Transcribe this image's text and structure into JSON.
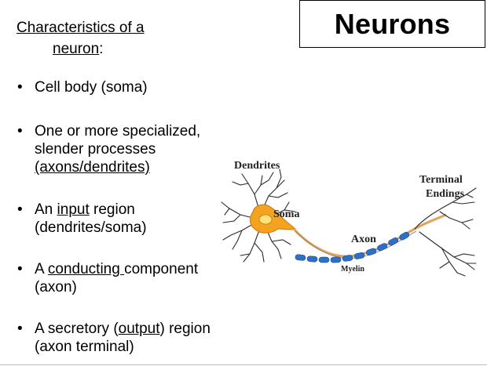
{
  "title": "Neurons",
  "heading": {
    "line1": "Characteristics of a",
    "line2_underlined": "neuron",
    "line2_rest": ":"
  },
  "bullets": [
    {
      "lines": [
        {
          "parts": [
            {
              "text": "Cell body (soma)",
              "u": false
            }
          ]
        }
      ]
    },
    {
      "lines": [
        {
          "parts": [
            {
              "text": "One or more specialized,",
              "u": false
            }
          ]
        },
        {
          "parts": [
            {
              "text": "slender processes",
              "u": false
            }
          ]
        },
        {
          "parts": [
            {
              "text": "(axons/dendrites)",
              "u": true
            }
          ]
        }
      ]
    },
    {
      "lines": [
        {
          "parts": [
            {
              "text": "An ",
              "u": false
            },
            {
              "text": "input",
              "u": true
            },
            {
              "text": " region",
              "u": false
            }
          ]
        },
        {
          "parts": [
            {
              "text": "(dendrites/soma)",
              "u": false
            }
          ]
        }
      ]
    },
    {
      "lines": [
        {
          "parts": [
            {
              "text": "A ",
              "u": false
            },
            {
              "text": "conducting ",
              "u": true
            },
            {
              "text": "component",
              "u": false
            }
          ]
        },
        {
          "parts": [
            {
              "text": "(axon)",
              "u": false
            }
          ]
        }
      ]
    },
    {
      "lines": [
        {
          "parts": [
            {
              "text": "A secretory (",
              "u": false
            },
            {
              "text": "output",
              "u": true
            },
            {
              "text": ") region",
              "u": false
            }
          ]
        },
        {
          "parts": [
            {
              "text": "(axon terminal)",
              "u": false
            }
          ]
        }
      ]
    }
  ],
  "bullet_glyph": "•",
  "diagram": {
    "labels": {
      "dendrites": "Dendrites",
      "soma": "Soma",
      "axon": "Axon",
      "myelin": "Myelin",
      "terminal_1": "Terminal",
      "terminal_2": "Endings"
    },
    "colors": {
      "cell_body": "#f4a21f",
      "cell_core": "#ffe27a",
      "axon": "#e3a35a",
      "myelin": "#2f6fc6",
      "dendrite": "#2b2b2b"
    }
  }
}
